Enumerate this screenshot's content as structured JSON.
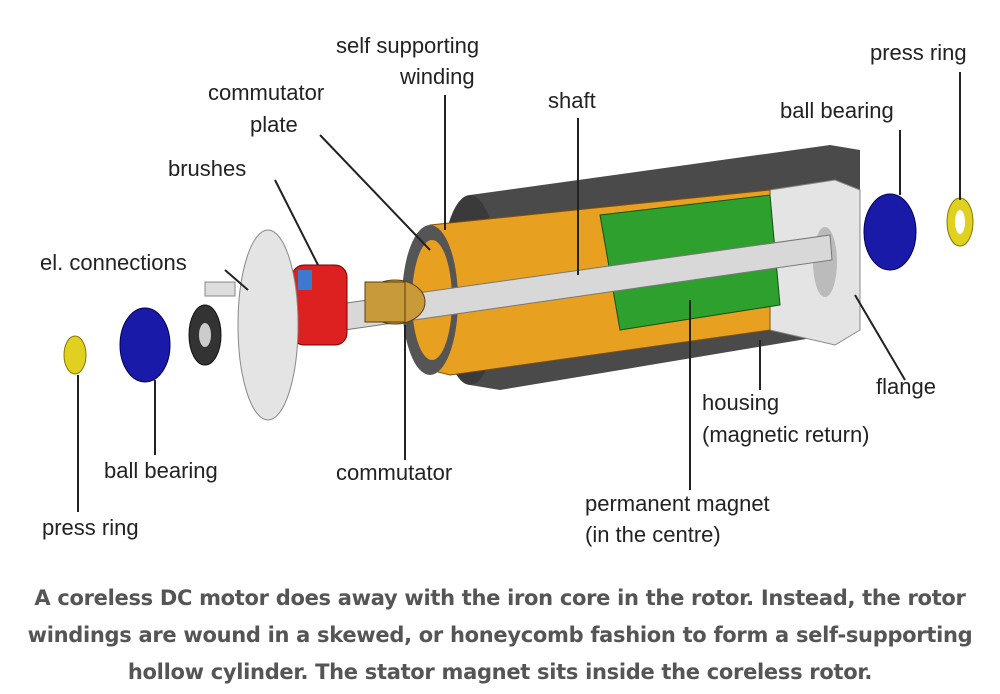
{
  "labels": {
    "self_supporting_winding": [
      "self supporting",
      "winding"
    ],
    "commutator_plate": [
      "commutator",
      "plate"
    ],
    "shaft": "shaft",
    "press_ring_right": "press ring",
    "ball_bearing_right": "ball bearing",
    "brushes": "brushes",
    "el_connections": "el. connections",
    "flange": "flange",
    "housing": [
      "housing",
      "(magnetic return)"
    ],
    "ball_bearing_left": "ball bearing",
    "commutator": "commutator",
    "permanent_magnet": [
      "permanent magnet",
      "(in the centre)"
    ],
    "press_ring_left": "press ring"
  },
  "caption": [
    "A coreless DC motor does away with the iron core in the rotor. Instead, the rotor",
    "windings are wound in a skewed, or honeycomb fashion to form a self-supporting",
    "hollow cylinder. The stator magnet sits inside the coreless rotor."
  ],
  "colors": {
    "winding": "#e8a020",
    "magnet": "#2ea02e",
    "bearing": "#1a1aa8",
    "press_ring": "#e0d020",
    "brushes": "#dd2020",
    "housing": "#4a4a4a",
    "caption": "#555555"
  }
}
